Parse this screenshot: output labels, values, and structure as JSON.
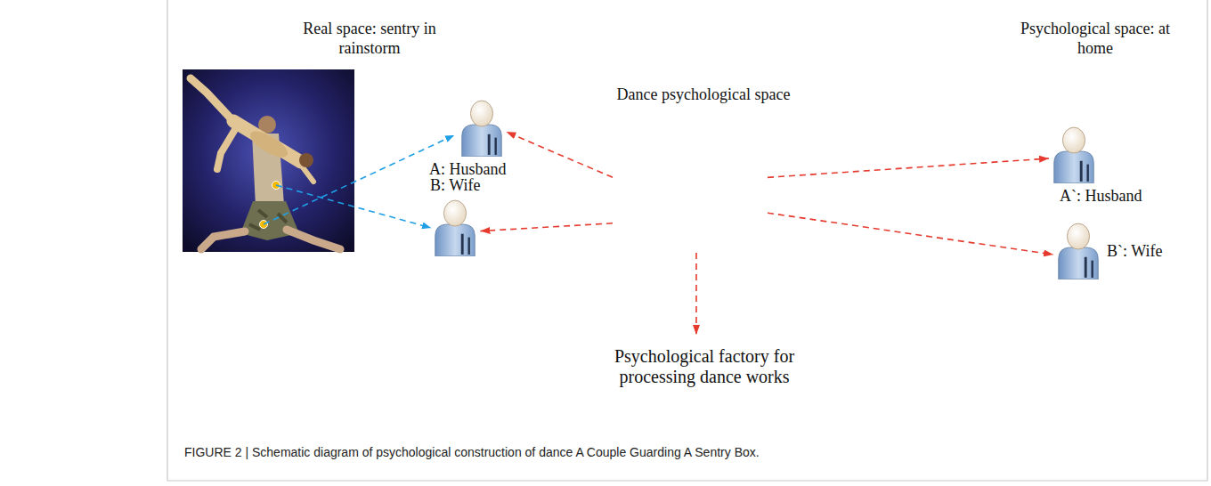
{
  "diagram": {
    "caption": "FIGURE 2 | Schematic diagram of psychological construction of dance A Couple Guarding A Sentry Box.",
    "nodes": [
      {
        "text": [
          "Real space: sentry in rainstorm"
        ]
      },
      {
        "text": [
          "A: Husband"
        ],
        "in": 0
      },
      {
        "text": [
          "B: Wife"
        ],
        "in": 0
      },
      {
        "text": [
          "Dance psychological space"
        ]
      },
      {
        "text": [
          "Psychological space: at home"
        ]
      },
      {
        "text": [
          "A`: Husband"
        ],
        "in": 4
      },
      {
        "text": [
          "B`: Wife"
        ],
        "in": 4
      },
      {
        "text": [
          "Psychological factory for processing dance works"
        ]
      }
    ],
    "edges": [
      {
        "from": 3,
        "to": 1,
        "arrow": "to"
      },
      {
        "from": 3,
        "to": 2,
        "arrow": "to"
      },
      {
        "from": 3,
        "to": 5,
        "arrow": "to"
      },
      {
        "from": 3,
        "to": 6,
        "arrow": "to"
      },
      {
        "from": 3,
        "to": 7,
        "arrow": "to"
      }
    ]
  }
}
